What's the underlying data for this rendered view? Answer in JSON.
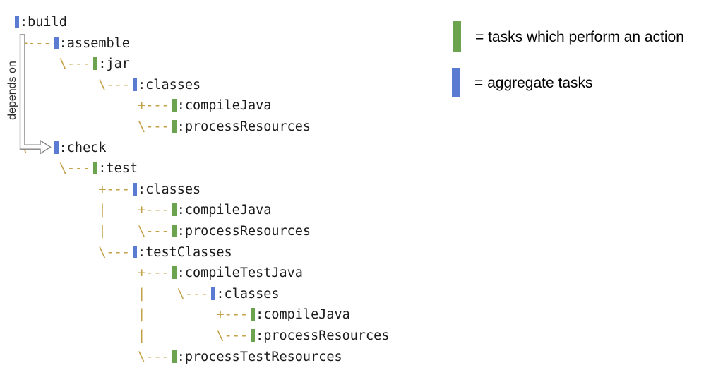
{
  "colors": {
    "action_green": "#6ca34f",
    "aggregate_blue": "#5b7bd3",
    "connector_tan": "#c2a046",
    "arrow_gray": "#828282",
    "text": "#1b1b1b"
  },
  "annotation": {
    "depends_on_label": "depends on"
  },
  "legend": {
    "items": [
      {
        "bar": "green",
        "label": "= tasks which perform an action"
      },
      {
        "bar": "blue",
        "label": "= aggregate tasks"
      }
    ]
  },
  "tree": {
    "rows": [
      {
        "prefix": "",
        "bar": "blue",
        "name": ":build"
      },
      {
        "prefix": "+---",
        "bar": "blue",
        "name": ":assemble"
      },
      {
        "prefix": "|    \\---",
        "bar": "green",
        "name": ":jar"
      },
      {
        "prefix": "|         \\---",
        "bar": "blue",
        "name": ":classes"
      },
      {
        "prefix": "|              +---",
        "bar": "green",
        "name": ":compileJava"
      },
      {
        "prefix": "|              \\---",
        "bar": "green",
        "name": ":processResources"
      },
      {
        "prefix": "\\---",
        "bar": "blue",
        "name": ":check"
      },
      {
        "prefix": "     \\---",
        "bar": "green",
        "name": ":test"
      },
      {
        "prefix": "          +---",
        "bar": "blue",
        "name": ":classes"
      },
      {
        "prefix": "          |    +---",
        "bar": "green",
        "name": ":compileJava"
      },
      {
        "prefix": "          |    \\---",
        "bar": "green",
        "name": ":processResources"
      },
      {
        "prefix": "          \\---",
        "bar": "blue",
        "name": ":testClasses"
      },
      {
        "prefix": "               +---",
        "bar": "green",
        "name": ":compileTestJava"
      },
      {
        "prefix": "               |    \\---",
        "bar": "blue",
        "name": ":classes"
      },
      {
        "prefix": "               |         +---",
        "bar": "green",
        "name": ":compileJava"
      },
      {
        "prefix": "               |         \\---",
        "bar": "green",
        "name": ":processResources"
      },
      {
        "prefix": "               \\---",
        "bar": "green",
        "name": ":processTestResources"
      }
    ]
  }
}
